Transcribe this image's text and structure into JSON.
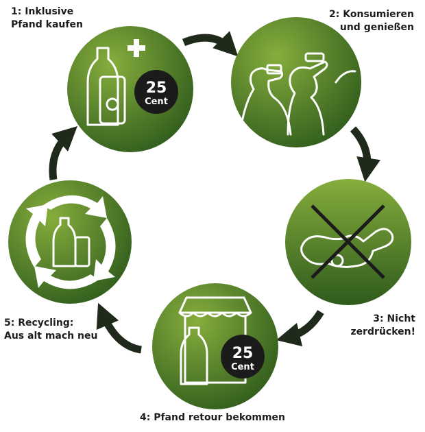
{
  "steps": [
    {
      "number": "1:",
      "line1": "Inklusive",
      "line2": "Pfand kaufen"
    },
    {
      "number": "2:",
      "line1": "Konsumieren",
      "line2": "und genießen"
    },
    {
      "number": "3:",
      "line1": "Nicht",
      "line2": "zerdrücken!"
    },
    {
      "number": "4:",
      "line1": "Pfand retour bekommen",
      "line2": ""
    },
    {
      "number": "5:",
      "line1": "Recycling:",
      "line2": "Aus alt mach neu"
    }
  ],
  "deposit_badge": {
    "amount": "25",
    "unit": "Cent"
  },
  "colors": {
    "circle_light": "#86ad3c",
    "circle_dark": "#2e5a1c",
    "arrow": "#1f2a1a",
    "badge": "#1b1b1b"
  },
  "icons": [
    "bottle-icon",
    "plus-icon",
    "can-icon",
    "drinking-people-icon",
    "crushed-bottle-icon",
    "cross-icon",
    "shop-awning-icon",
    "recycle-arrows-icon"
  ]
}
